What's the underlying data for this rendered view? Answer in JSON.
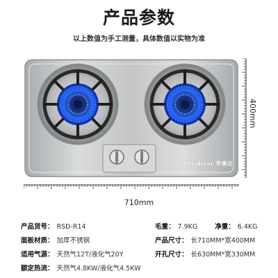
{
  "header": {
    "title": "产品参数",
    "subtitle": "以上数值为手工测量，具体数值以实物为准"
  },
  "product": {
    "brand": "Royalstar 荣事达"
  },
  "dimensions": {
    "height": "400mm",
    "width": "710mm"
  },
  "specs": {
    "model_label": "产品货号：",
    "model_value": "RSD-R14",
    "panel_label": "面板材质：",
    "panel_value": "加厚不锈钢",
    "gas_label": "适用气源：",
    "gas_value": "天然气12T/液化气20Y",
    "heat_label": "额定热流：",
    "heat_value": "天然气4.8KW/液化气4.5KW",
    "gross_label": "毛重：",
    "gross_value": "7.9KG",
    "net_label": "净重：",
    "net_value": "6.4KG",
    "size_label": "产品尺寸：",
    "size_value": "长710MM*宽400MM",
    "hole_label": "开孔尺寸：",
    "hole_value": "长630MM*宽330MM"
  },
  "colors": {
    "steel": "#c9cbcc",
    "flame": "#1c5bff",
    "grate": "#2a2a2a"
  }
}
